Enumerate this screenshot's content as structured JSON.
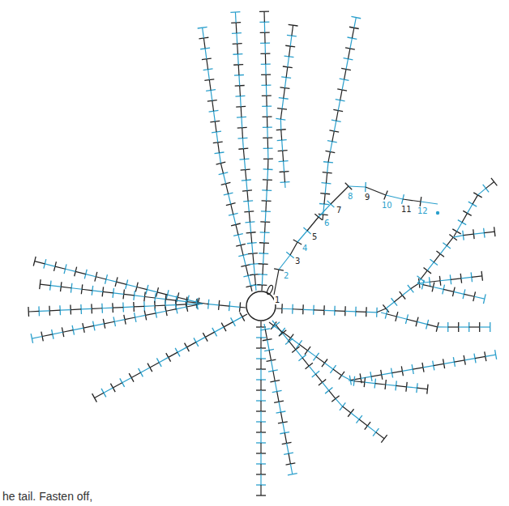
{
  "diagram": {
    "labels": [
      "1",
      "2",
      "3",
      "4",
      "5",
      "6",
      "7",
      "8",
      "9",
      "10",
      "11",
      "12",
      "he tail. Fasten off,"
    ]
  }
}
